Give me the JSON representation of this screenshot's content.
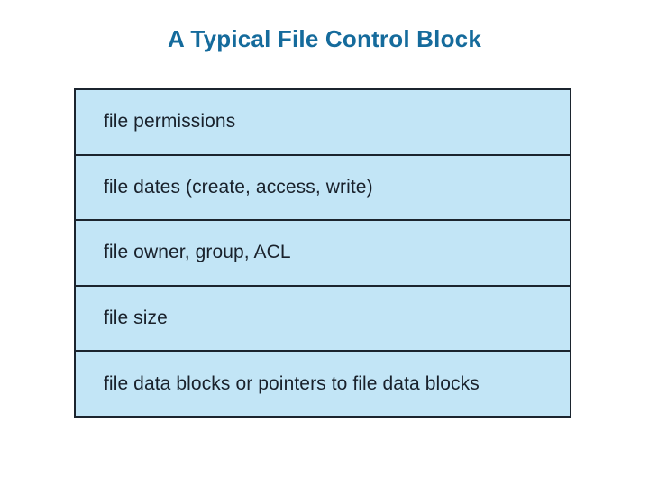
{
  "slide": {
    "title": "A Typical File Control Block",
    "title_color": "#156b9c",
    "background_color": "#ffffff"
  },
  "diagram": {
    "name": "file-control-block",
    "block_fill_color": "#c2e5f6",
    "block_border_color": "#1b242e",
    "text_color": "#19212b",
    "rows": [
      {
        "label": "file permissions"
      },
      {
        "label": "file dates (create, access, write)"
      },
      {
        "label": "file owner, group, ACL"
      },
      {
        "label": "file size"
      },
      {
        "label": "file data blocks or pointers to file data blocks"
      }
    ]
  }
}
